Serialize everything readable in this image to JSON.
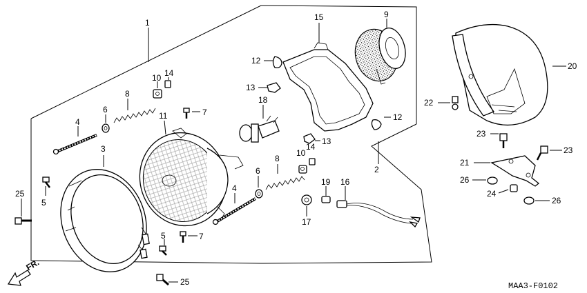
{
  "labels": {
    "p1": "1",
    "p2": "2",
    "p3": "3",
    "p4a": "4",
    "p4b": "4",
    "p5a": "5",
    "p5b": "5",
    "p6a": "6",
    "p6b": "6",
    "p7a": "7",
    "p7b": "7",
    "p8a": "8",
    "p8b": "8",
    "p9": "9",
    "p10a": "10",
    "p10b": "10",
    "p11": "11",
    "p12a": "12",
    "p12b": "12",
    "p13a": "13",
    "p13b": "13",
    "p14a": "14",
    "p14b": "14",
    "p15": "15",
    "p16": "16",
    "p17": "17",
    "p18": "18",
    "p19": "19",
    "p20": "20",
    "p21": "21",
    "p22": "22",
    "p23a": "23",
    "p23b": "23",
    "p24": "24",
    "p25a": "25",
    "p25b": "25",
    "p26a": "26",
    "p26b": "26"
  },
  "direction_label": "FR.",
  "diagram_code": "MAA3-F0102"
}
